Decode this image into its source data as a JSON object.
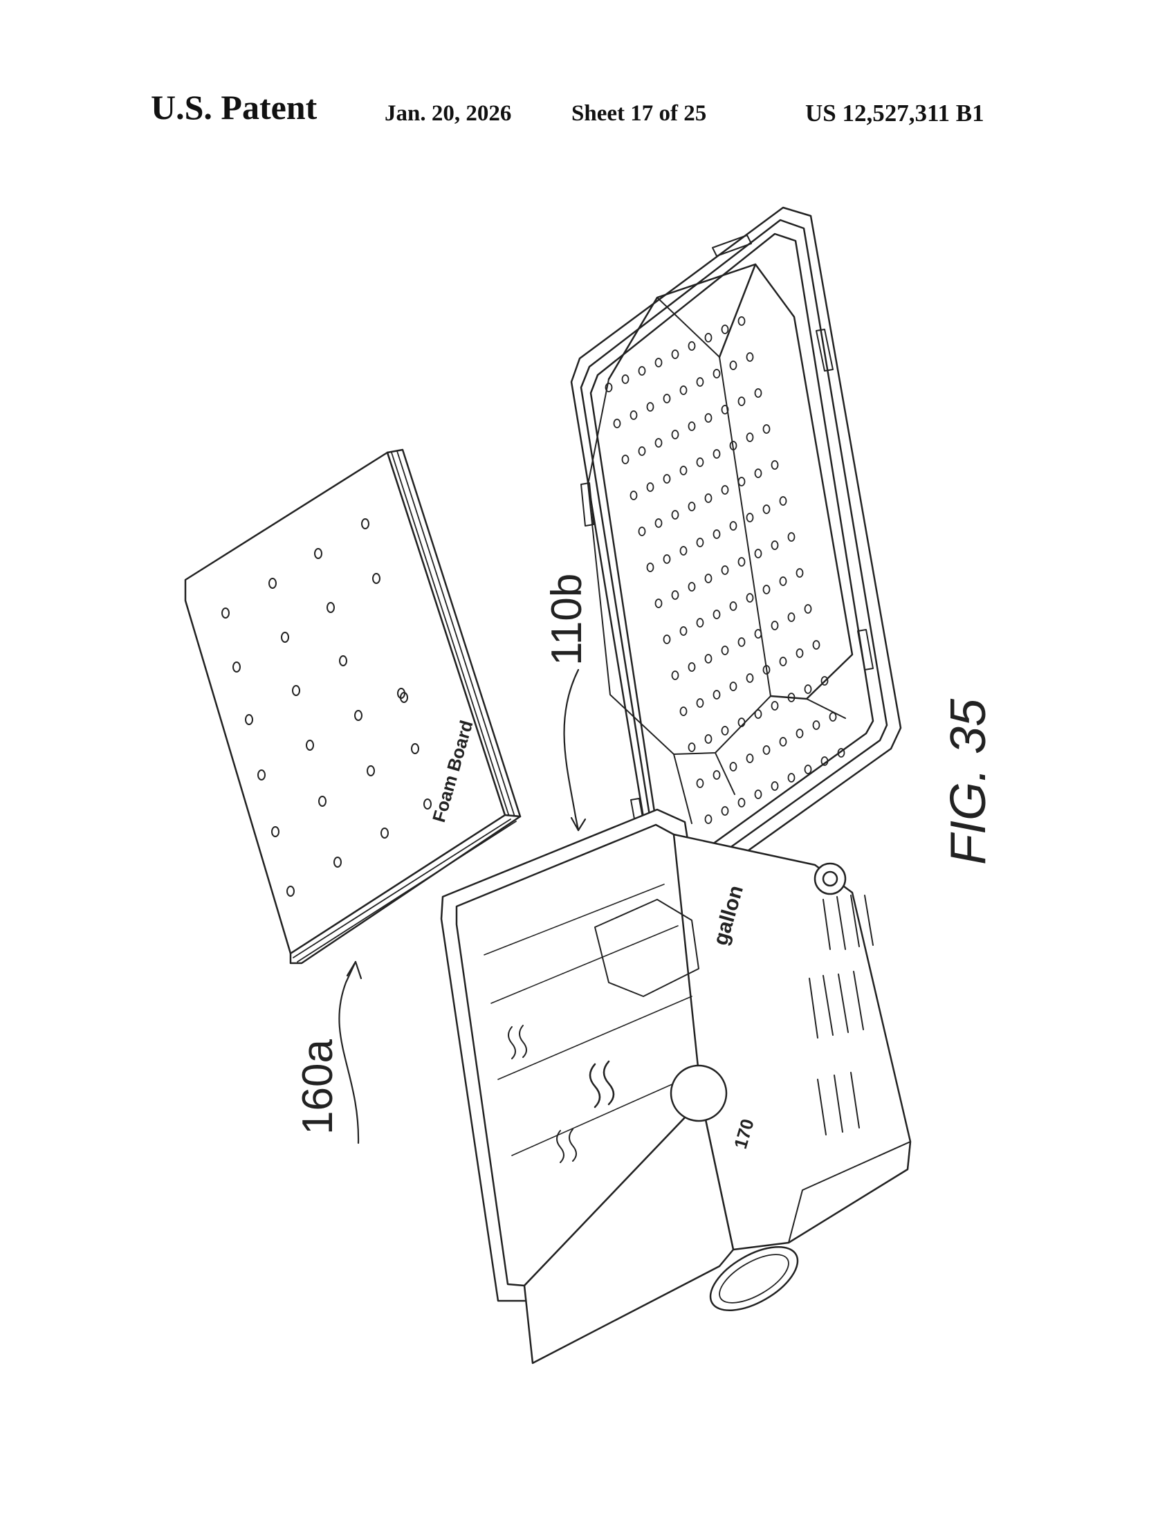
{
  "header": {
    "left": "U.S. Patent",
    "date": "Jan. 20, 2026",
    "sheet": "Sheet 17 of 25",
    "patent_number": "US 12,527,311 B1"
  },
  "figure": {
    "caption": "FIG. 35",
    "labels": {
      "foam_board_ref": "160a",
      "container_ref": "110b",
      "foam_board_text": "Foam Board",
      "gallon_text": "gallon",
      "number_text": "170"
    }
  }
}
